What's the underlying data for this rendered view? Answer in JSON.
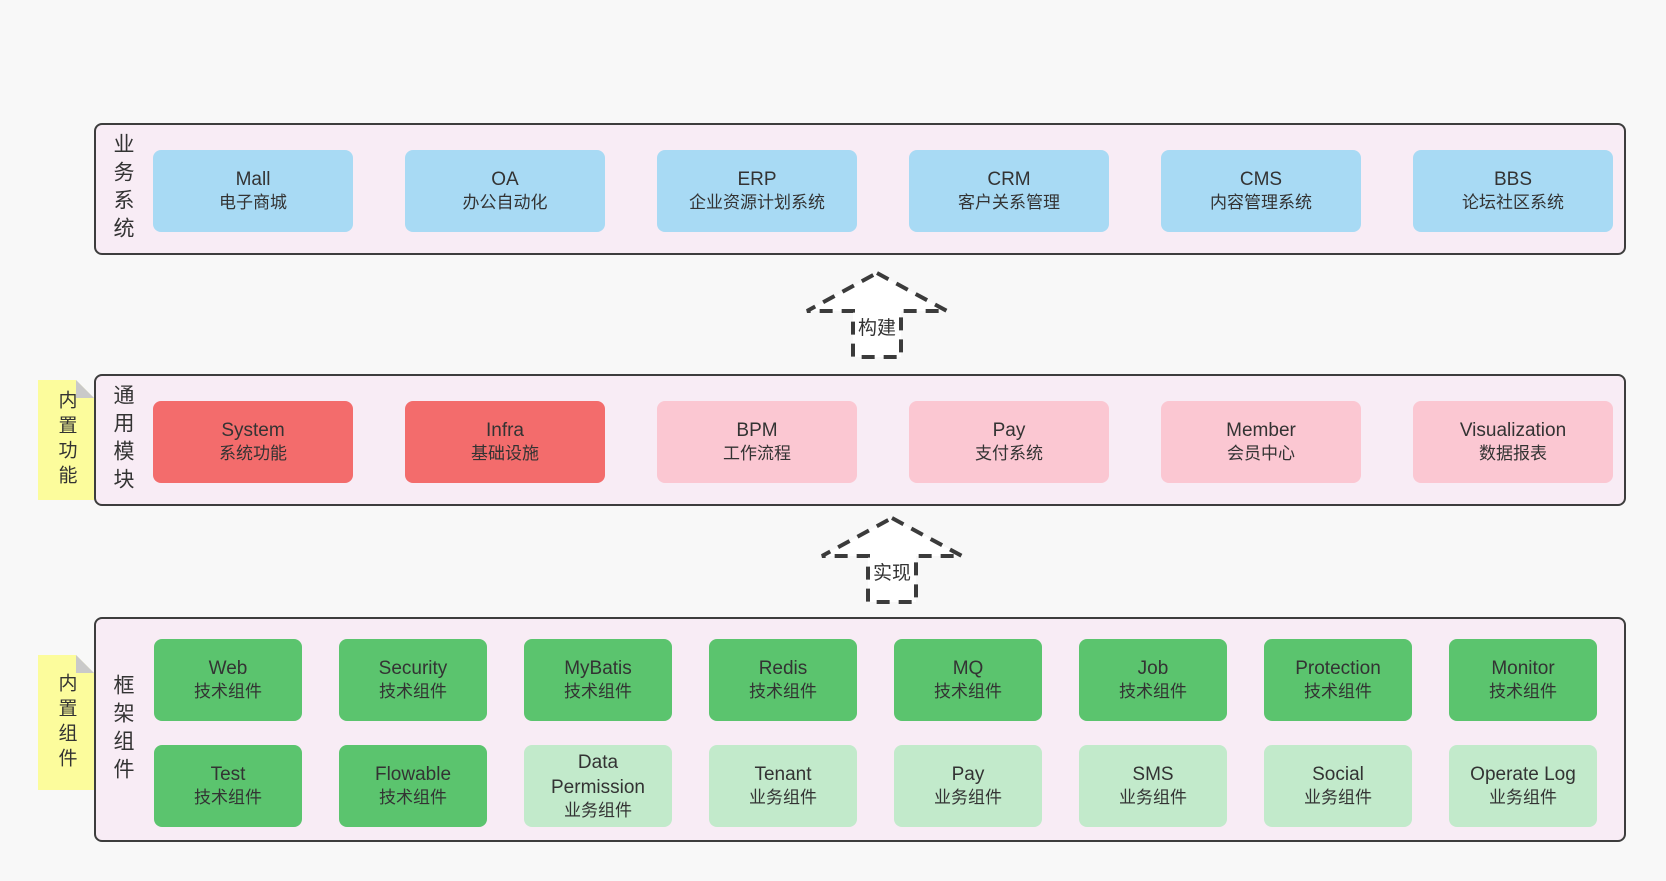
{
  "colors": {
    "page_bg": "#f8f8f8",
    "panel_bg": "#f8ecf5",
    "border": "#3d3d3d",
    "text": "#333333",
    "blue": "#a8daf4",
    "red": "#f36c6c",
    "pink": "#fbc7d2",
    "green": "#5bc46e",
    "green_light": "#c2eacb",
    "yellow": "#fcfc9c",
    "fold": "#c9c9c9",
    "arrow_dash": "#3b3b3b"
  },
  "panels": {
    "business": {
      "label": "业务系统",
      "boxes": [
        {
          "title": "Mall",
          "subtitle": "电子商城",
          "color": "blue"
        },
        {
          "title": "OA",
          "subtitle": "办公自动化",
          "color": "blue"
        },
        {
          "title": "ERP",
          "subtitle": "企业资源计划系统",
          "color": "blue"
        },
        {
          "title": "CRM",
          "subtitle": "客户关系管理",
          "color": "blue"
        },
        {
          "title": "CMS",
          "subtitle": "内容管理系统",
          "color": "blue"
        },
        {
          "title": "BBS",
          "subtitle": "论坛社区系统",
          "color": "blue"
        }
      ]
    },
    "modules": {
      "label": "通用模块",
      "tag": "内置功能",
      "boxes": [
        {
          "title": "System",
          "subtitle": "系统功能",
          "color": "red"
        },
        {
          "title": "Infra",
          "subtitle": "基础设施",
          "color": "red"
        },
        {
          "title": "BPM",
          "subtitle": "工作流程",
          "color": "pink"
        },
        {
          "title": "Pay",
          "subtitle": "支付系统",
          "color": "pink"
        },
        {
          "title": "Member",
          "subtitle": "会员中心",
          "color": "pink"
        },
        {
          "title": "Visualization",
          "subtitle": "数据报表",
          "color": "pink"
        }
      ]
    },
    "framework": {
      "label": "框架组件",
      "tag": "内置组件",
      "rows": [
        [
          {
            "title": "Web",
            "subtitle": "技术组件",
            "color": "green"
          },
          {
            "title": "Security",
            "subtitle": "技术组件",
            "color": "green"
          },
          {
            "title": "MyBatis",
            "subtitle": "技术组件",
            "color": "green"
          },
          {
            "title": "Redis",
            "subtitle": "技术组件",
            "color": "green"
          },
          {
            "title": "MQ",
            "subtitle": "技术组件",
            "color": "green"
          },
          {
            "title": "Job",
            "subtitle": "技术组件",
            "color": "green"
          },
          {
            "title": "Protection",
            "subtitle": "技术组件",
            "color": "green"
          },
          {
            "title": "Monitor",
            "subtitle": "技术组件",
            "color": "green"
          }
        ],
        [
          {
            "title": "Test",
            "subtitle": "技术组件",
            "color": "green"
          },
          {
            "title": "Flowable",
            "subtitle": "技术组件",
            "color": "green"
          },
          {
            "title": "Data Permission",
            "subtitle": "业务组件",
            "color": "lightgreen"
          },
          {
            "title": "Tenant",
            "subtitle": "业务组件",
            "color": "lightgreen"
          },
          {
            "title": "Pay",
            "subtitle": "业务组件",
            "color": "lightgreen"
          },
          {
            "title": "SMS",
            "subtitle": "业务组件",
            "color": "lightgreen"
          },
          {
            "title": "Social",
            "subtitle": "业务组件",
            "color": "lightgreen"
          },
          {
            "title": "Operate Log",
            "subtitle": "业务组件",
            "color": "lightgreen"
          }
        ]
      ]
    }
  },
  "arrows": [
    {
      "label": "构建"
    },
    {
      "label": "实现"
    }
  ]
}
